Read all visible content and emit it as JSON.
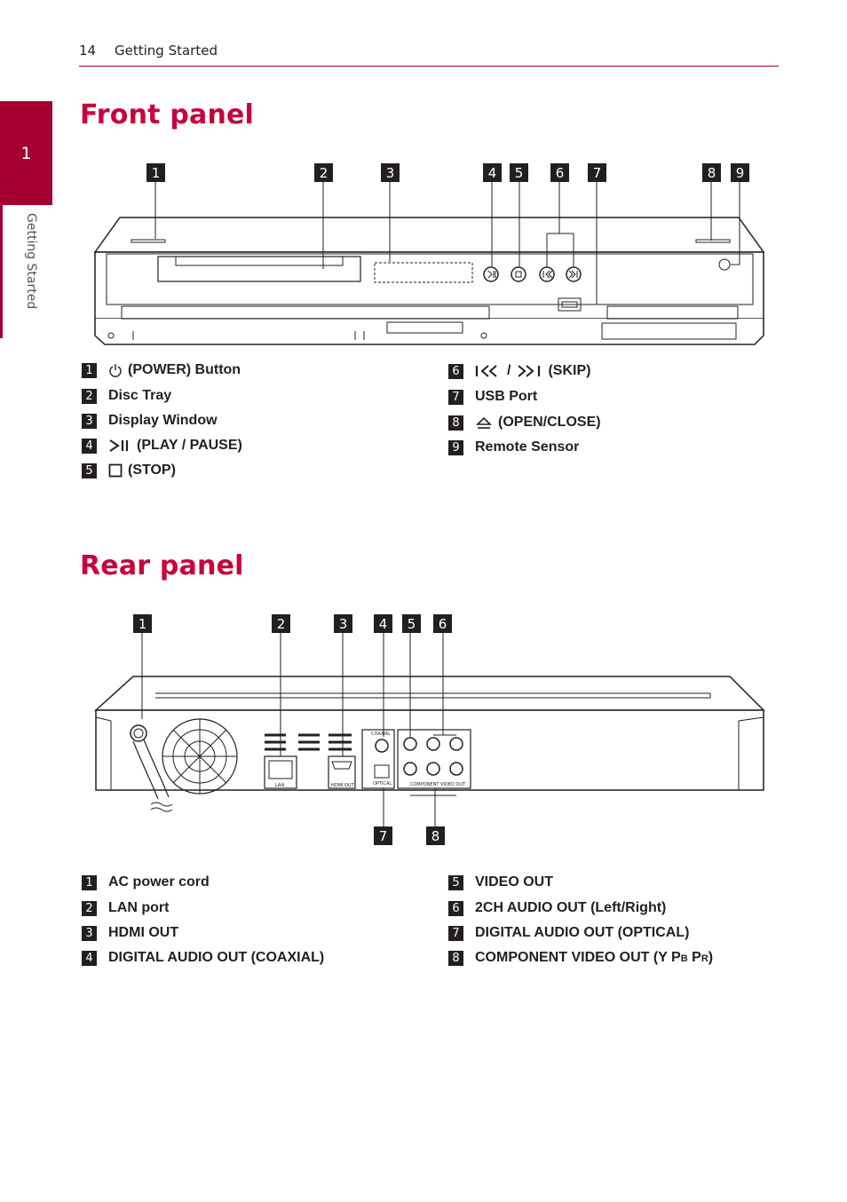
{
  "header": {
    "page_number": "14",
    "running_head": "Getting Started"
  },
  "chapter": {
    "number": "1",
    "side_title": "Getting Started"
  },
  "front_panel": {
    "title": "Front panel",
    "callouts": [
      "1",
      "2",
      "3",
      "4",
      "5",
      "6",
      "7",
      "8",
      "9"
    ],
    "legend": [
      {
        "num": "1",
        "icon": "power-icon",
        "label": "(POWER) Button"
      },
      {
        "num": "2",
        "label": "Disc Tray"
      },
      {
        "num": "3",
        "label": "Display Window"
      },
      {
        "num": "4",
        "icon": "play-pause-icon",
        "label": "(PLAY / PAUSE)"
      },
      {
        "num": "5",
        "icon": "stop-icon",
        "label": "(STOP)"
      },
      {
        "num": "6",
        "icon": "skip-icons",
        "label": "(SKIP)",
        "separator": "/"
      },
      {
        "num": "7",
        "label": "USB Port"
      },
      {
        "num": "8",
        "icon": "eject-icon",
        "label": "(OPEN/CLOSE)"
      },
      {
        "num": "9",
        "label": "Remote Sensor"
      }
    ]
  },
  "rear_panel": {
    "title": "Rear panel",
    "callouts_top": [
      "1",
      "2",
      "3",
      "4",
      "5",
      "6"
    ],
    "callouts_bottom": [
      "7",
      "8"
    ],
    "port_labels": {
      "lan": "LAN",
      "hdmi": "HDMI OUT",
      "optical": "OPTICAL",
      "coaxial": "COAXIAL",
      "component": "COMPONENT VIDEO OUT"
    },
    "legend": [
      {
        "num": "1",
        "label": "AC power cord"
      },
      {
        "num": "2",
        "label": "LAN port"
      },
      {
        "num": "3",
        "label": "HDMI OUT"
      },
      {
        "num": "4",
        "label": "DIGITAL AUDIO OUT (COAXIAL)"
      },
      {
        "num": "5",
        "label": "VIDEO OUT"
      },
      {
        "num": "6",
        "label": "2CH AUDIO OUT (Left/Right)"
      },
      {
        "num": "7",
        "label": "DIGITAL AUDIO OUT (OPTICAL)"
      },
      {
        "num": "8",
        "label_prefix": "COMPONENT VIDEO OUT (Y P",
        "sub1": "B",
        "mid": " P",
        "sub2": "R",
        "suffix": ")"
      }
    ]
  }
}
